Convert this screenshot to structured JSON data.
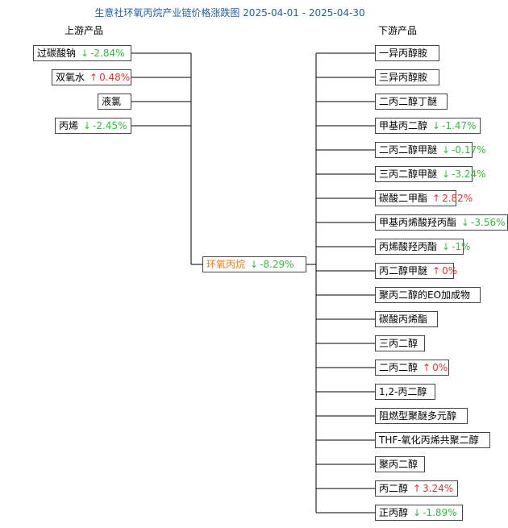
{
  "title": "生意社环氧丙烷产业链价格涨跌图 2025-04-01 - 2025-04-30",
  "upstream_label": "上游产品",
  "downstream_label": "下游产品",
  "center": {
    "name": "环氧丙烷",
    "dir": "down",
    "change": "-8.29%"
  },
  "upstream": [
    {
      "name": "过碳酸钠",
      "dir": "down",
      "change": "-2.84%"
    },
    {
      "name": "双氧水",
      "dir": "up",
      "change": "0.48%"
    },
    {
      "name": "液氯",
      "dir": "",
      "change": ""
    },
    {
      "name": "丙烯",
      "dir": "down",
      "change": "-2.45%"
    }
  ],
  "downstream": [
    {
      "name": "一异丙醇胺",
      "dir": "",
      "change": ""
    },
    {
      "name": "三异丙醇胺",
      "dir": "",
      "change": ""
    },
    {
      "name": "二丙二醇丁醚",
      "dir": "",
      "change": ""
    },
    {
      "name": "甲基丙二醇",
      "dir": "down",
      "change": "-1.47%"
    },
    {
      "name": "二丙二醇甲醚",
      "dir": "down",
      "change": "-0.17%"
    },
    {
      "name": "三丙二醇甲醚",
      "dir": "down",
      "change": "-3.24%"
    },
    {
      "name": "碳酸二甲酯",
      "dir": "up",
      "change": "2.82%"
    },
    {
      "name": "甲基丙烯酸羟丙酯",
      "dir": "down",
      "change": "-3.56%"
    },
    {
      "name": "丙烯酸羟丙酯",
      "dir": "down",
      "change": "-1%"
    },
    {
      "name": "丙二醇甲醚",
      "dir": "up",
      "change": "0%"
    },
    {
      "name": "聚丙二醇的EO加成物",
      "dir": "",
      "change": ""
    },
    {
      "name": "碳酸丙烯酯",
      "dir": "",
      "change": ""
    },
    {
      "name": "三丙二醇",
      "dir": "",
      "change": ""
    },
    {
      "name": "二丙二醇",
      "dir": "up",
      "change": "0%"
    },
    {
      "name": "1,2-丙二醇",
      "dir": "",
      "change": ""
    },
    {
      "name": "阻燃型聚醚多元醇",
      "dir": "",
      "change": ""
    },
    {
      "name": "THF-氧化丙烯共聚二醇",
      "dir": "",
      "change": ""
    },
    {
      "name": "聚丙二醇",
      "dir": "",
      "change": ""
    },
    {
      "name": "丙二醇",
      "dir": "up",
      "change": "3.24%"
    },
    {
      "name": "正丙醇",
      "dir": "down",
      "change": "-1.89%"
    }
  ],
  "arrows": {
    "up": "↑",
    "down": "↓"
  },
  "colors": {
    "up": "#e8322b",
    "down": "#2fbf3a",
    "title": "#1f5fa6",
    "center": "#e07b1b"
  }
}
